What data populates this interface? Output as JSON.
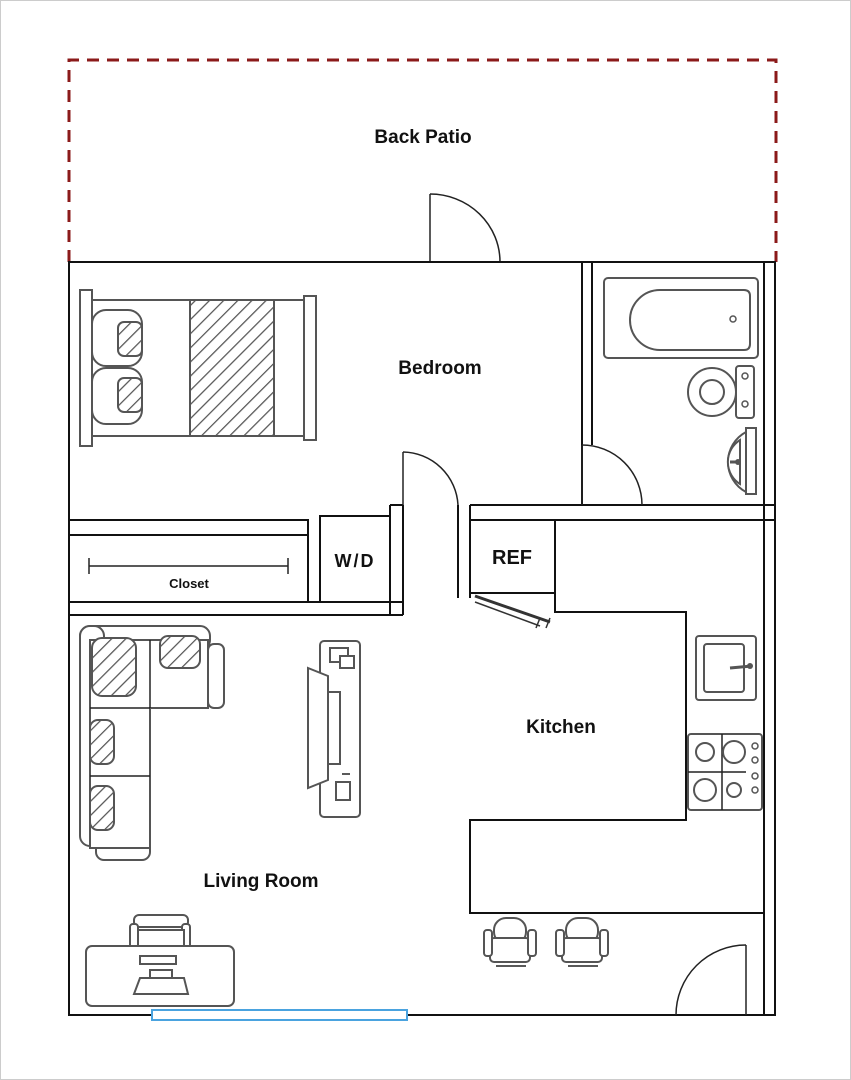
{
  "rooms": {
    "patio": "Back Patio",
    "bedroom": "Bedroom",
    "closet": "Closet",
    "washer_dryer": "W/D",
    "refrigerator": "REF",
    "kitchen": "Kitchen",
    "living_room": "Living Room"
  },
  "colors": {
    "patio_outline": "#8b1a1a",
    "walls": "#111111",
    "furniture": "#555555",
    "window": "#4aa3df"
  }
}
